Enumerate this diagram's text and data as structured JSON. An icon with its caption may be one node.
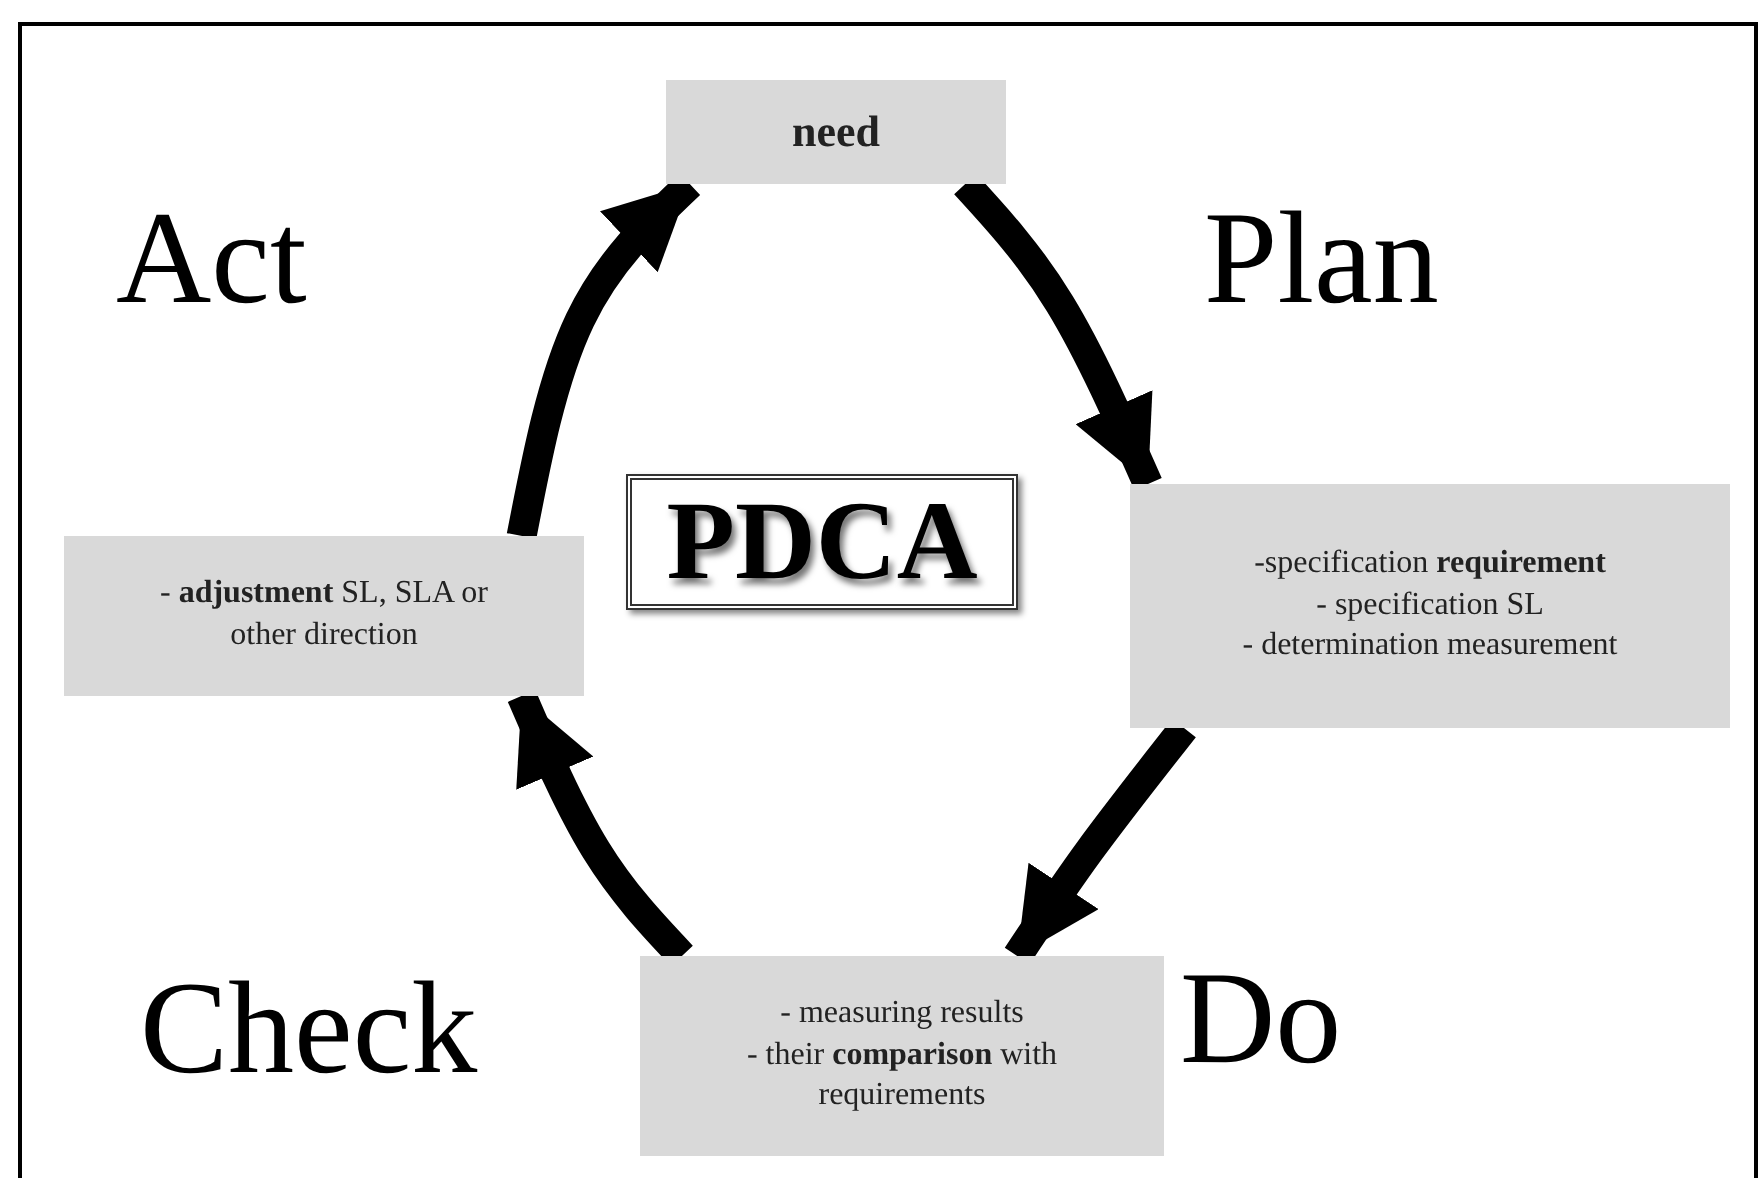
{
  "diagram": {
    "nodes": [
      {
        "text": [
          "need"
        ]
      },
      {
        "text": [
          "-specification **requirement**",
          "- specification SL",
          "- determination measurement"
        ]
      },
      {
        "text": [
          "- measuring results",
          "- their **comparison** with requirements"
        ]
      },
      {
        "text": [
          "- **adjustment** SL, SLA or other direction"
        ]
      },
      {
        "text": [
          "PDCA"
        ]
      }
    ],
    "edges": [
      {
        "from": 0,
        "to": 1,
        "arrow": "to"
      },
      {
        "from": 1,
        "to": 2,
        "arrow": "to"
      },
      {
        "from": 2,
        "to": 3,
        "arrow": "to"
      },
      {
        "from": 3,
        "to": 0,
        "arrow": "to"
      }
    ],
    "labels": [
      "Act",
      "Plan",
      "Check",
      "Do"
    ]
  }
}
